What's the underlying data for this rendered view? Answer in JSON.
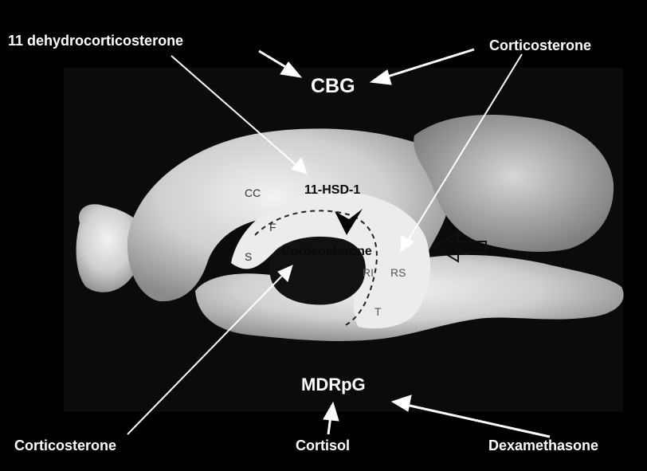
{
  "labels": {
    "dehydro": "11 dehydrocorticosterone",
    "cort_top_right": "Corticosterone",
    "cbg": "CBG",
    "hsd": "11-HSD-1",
    "cort_center": "Corticosterone",
    "mdrpg": "MDRpG",
    "cort_bottom_left": "Corticosterone",
    "cortisol": "Cortisol",
    "dexamethasone": "Dexamethasone"
  },
  "regions": {
    "cc": "CC",
    "f": "F",
    "s": "S",
    "ri": "RI",
    "rs": "RS",
    "t": "T"
  },
  "colors": {
    "background": "#000000",
    "annotation": "#ffffff",
    "tissue": "#d9d9d9"
  }
}
